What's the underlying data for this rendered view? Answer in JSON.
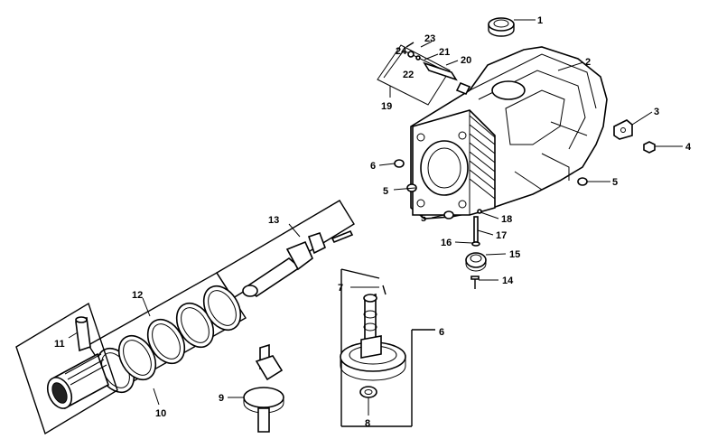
{
  "callouts": {
    "c1": "1",
    "c2": "2",
    "c3": "3",
    "c4": "4",
    "c5a": "5",
    "c5b": "5",
    "c5c": "5",
    "c6a": "6",
    "c6b": "6",
    "c7": "7",
    "c8": "8",
    "c9": "9",
    "c10": "10",
    "c11": "11",
    "c12": "12",
    "c13": "13",
    "c14": "14",
    "c15": "15",
    "c16": "16",
    "c17": "17",
    "c18": "18",
    "c19": "19",
    "c20": "20",
    "c21": "21",
    "c22": "22",
    "c23": "23",
    "c24": "24"
  }
}
